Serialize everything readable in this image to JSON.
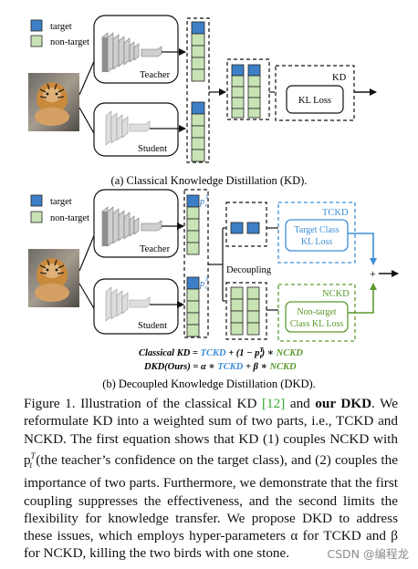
{
  "legend": {
    "target": "target",
    "non_target": "non-target"
  },
  "labels": {
    "teacher": "Teacher",
    "student": "Student",
    "kd": "KD",
    "kl_loss": "KL Loss",
    "tckd": "TCKD",
    "nckd": "NCKD",
    "decoupling": "Decoupling",
    "tckd_box": [
      "Target Class",
      "KL Loss"
    ],
    "nckd_box": [
      "Non-target",
      "Class KL Loss"
    ],
    "plus": "+"
  },
  "subcaptions": {
    "a": "(a) Classical Knowledge Distillation (KD).",
    "b": "(b) Decoupled Knowledge Distillation (DKD)."
  },
  "equations": {
    "eq1_left": "Classical KD = ",
    "eq1_tckd": "TCKD",
    "eq1_mid": " + (1 − p",
    "eq1_sup": "T",
    "eq1_sub": "t",
    "eq1_end": ") ∗ ",
    "eq1_nckd": "NCKD",
    "eq2_left": "DKD(Ours) = α ∗ ",
    "eq2_tckd": "TCKD",
    "eq2_mid": " + β ∗ ",
    "eq2_nckd": "NCKD"
  },
  "caption": {
    "lead": "Figure 1. Illustration of the classical KD ",
    "ref": "[12]",
    "mid": " and ",
    "bold": "our DKD",
    "rest": ". We reformulate KD into a weighted sum of two parts, i.e., TCKD and NCKD. The first equation shows that KD (1) couples NCKD with p",
    "sup": "T",
    "sub": "t",
    "rest2": " (the teacher’s confidence on the target class), and (2) couples the importance of two parts. Furthermore, we demonstrate that the first coupling suppresses the effectiveness, and the second limits the flexibility for knowledge transfer. We propose DKD to address these issues, which employs hyper-parameters α for TCKD and β for NCKD, killing the two birds with one stone."
  },
  "watermark": "CSDN @编程龙",
  "colors": {
    "target": "#3c7fc6",
    "non_target": "#c8e3b4",
    "tckd": "#3c8fd8",
    "nckd": "#5c9a2e"
  }
}
